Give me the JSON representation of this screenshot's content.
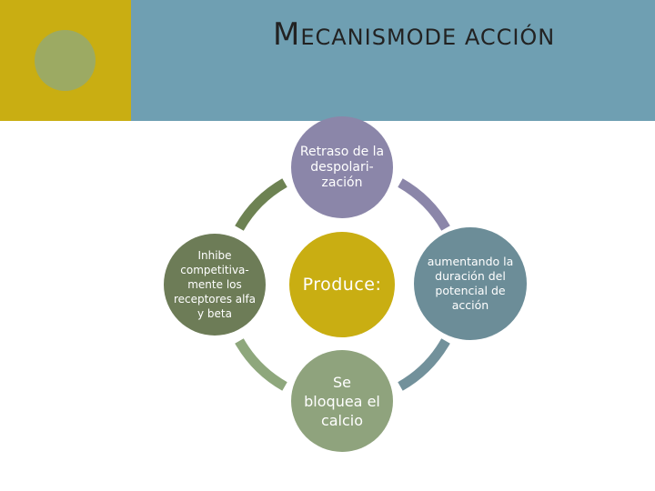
{
  "title": {
    "cap_initial": "M",
    "part1": "ECANISMO",
    "part2": "DE ACCIÓN"
  },
  "colors": {
    "left_block": "#c9ae12",
    "header_band": "#6f9fb2",
    "title_dot": "#9caa63",
    "node_top": "#8b86a9",
    "node_left": "#6d7c57",
    "node_right": "#6c8d98",
    "node_bottom": "#8fa37d",
    "node_center": "#c9ae12",
    "arc_top_left": "#6d8252",
    "arc_top_right": "#8b86a9",
    "arc_bottom_left": "#8ea77c",
    "arc_bottom_right": "#72919b"
  },
  "diagram": {
    "center": "Produce:",
    "top": "Retraso de la despolari-zación",
    "left": "Inhibe competitiva-mente los receptores alfa y beta",
    "right": "aumentando la duración del potencial de acción",
    "bottom": "Se bloquea el calcio"
  }
}
